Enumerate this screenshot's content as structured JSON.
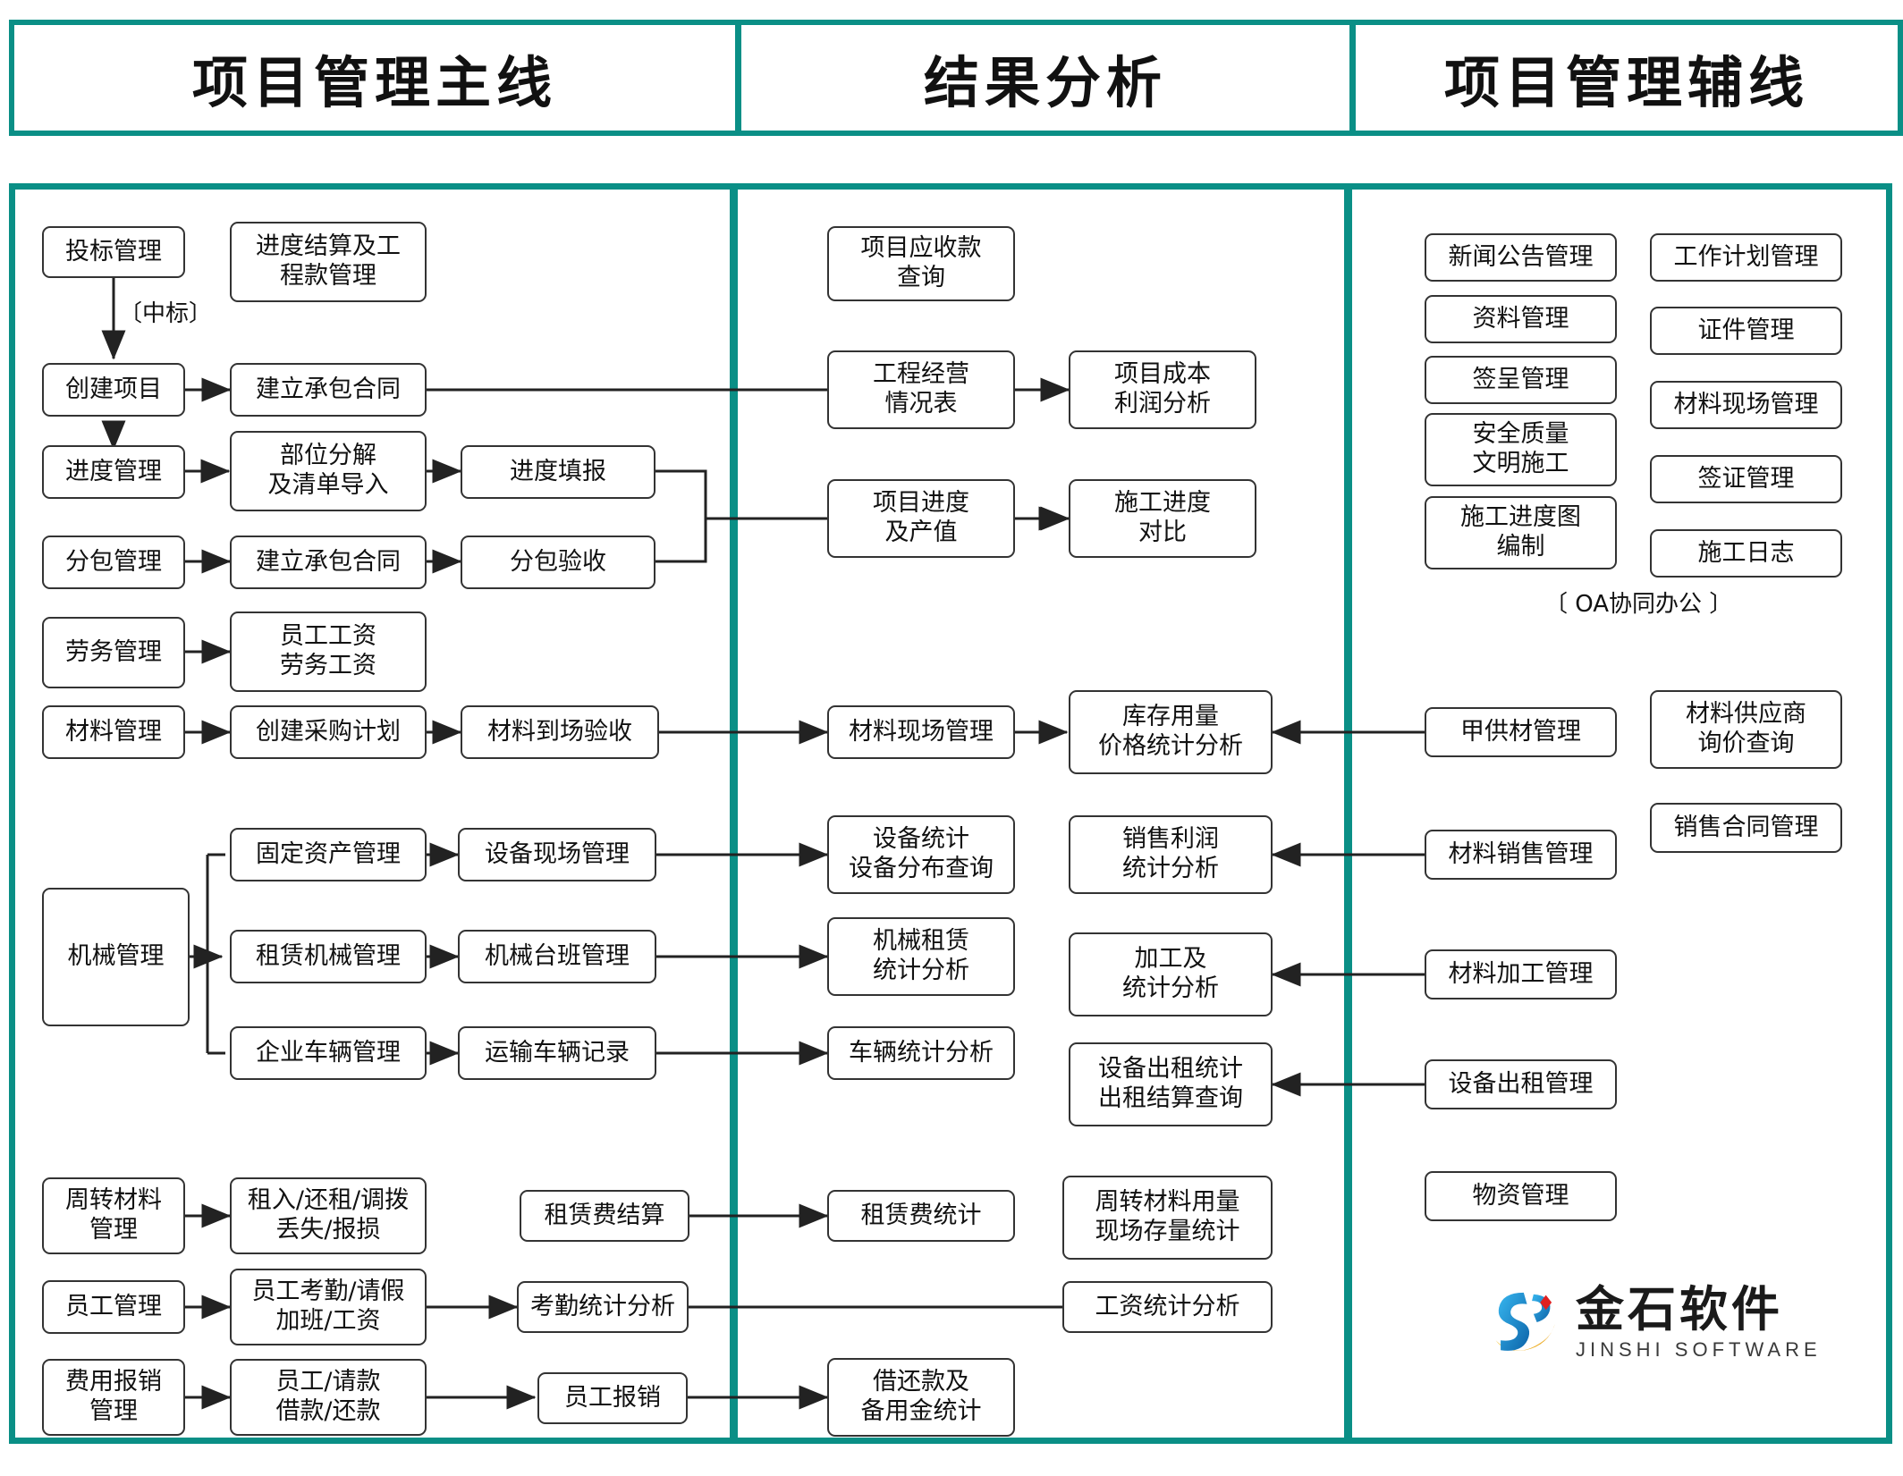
{
  "headers": [
    {
      "id": "main-line",
      "label": "项目管理主线"
    },
    {
      "id": "result-analysis",
      "label": "结果分析"
    },
    {
      "id": "aux-line",
      "label": "项目管理辅线"
    }
  ],
  "colors": {
    "frame": "#0a8f86",
    "node_border": "#333333",
    "text": "#111111"
  },
  "notes": [
    {
      "id": "bid-win",
      "label": "〔中标〕"
    },
    {
      "id": "oa-office",
      "label": "〔 OA协同办公 〕"
    }
  ],
  "main_line": {
    "col1": [
      {
        "id": "bid-management",
        "label": "投标管理"
      },
      {
        "id": "create-project",
        "label": "创建项目"
      },
      {
        "id": "progress-management",
        "label": "进度管理"
      },
      {
        "id": "subcontract-management",
        "label": "分包管理"
      },
      {
        "id": "labor-management",
        "label": "劳务管理"
      },
      {
        "id": "material-management",
        "label": "材料管理"
      },
      {
        "id": "machinery-management",
        "label": "机械管理"
      },
      {
        "id": "turnover-material-management",
        "label": "周转材料\n管理"
      },
      {
        "id": "employee-management",
        "label": "员工管理"
      },
      {
        "id": "expense-reimbursement-management",
        "label": "费用报销\n管理"
      }
    ],
    "col2": [
      {
        "id": "progress-settlement",
        "label": "进度结算及工\n程款管理"
      },
      {
        "id": "establish-contract-1",
        "label": "建立承包合同"
      },
      {
        "id": "part-decomposition",
        "label": "部位分解\n及清单导入"
      },
      {
        "id": "establish-contract-2",
        "label": "建立承包合同"
      },
      {
        "id": "employee-labor-wage",
        "label": "员工工资\n劳务工资"
      },
      {
        "id": "create-purchase-plan",
        "label": "创建采购计划"
      },
      {
        "id": "fixed-asset-management",
        "label": "固定资产管理"
      },
      {
        "id": "leased-machinery-management",
        "label": "租赁机械管理"
      },
      {
        "id": "enterprise-vehicle-management",
        "label": "企业车辆管理"
      },
      {
        "id": "rent-return-transfer",
        "label": "租入/还租/调拨\n丢失/报损"
      },
      {
        "id": "attendance-leave-overtime-wage",
        "label": "员工考勤/请假\n加班/工资"
      },
      {
        "id": "employee-request-loan",
        "label": "员工/请款\n借款/还款"
      }
    ],
    "col3": [
      {
        "id": "progress-filling",
        "label": "进度填报"
      },
      {
        "id": "subcontract-acceptance",
        "label": "分包验收"
      },
      {
        "id": "material-arrival-acceptance",
        "label": "材料到场验收"
      },
      {
        "id": "equipment-site-management",
        "label": "设备现场管理"
      },
      {
        "id": "machinery-shift-management",
        "label": "机械台班管理"
      },
      {
        "id": "transport-vehicle-record",
        "label": "运输车辆记录"
      },
      {
        "id": "rental-fee-settlement",
        "label": "租赁费结算"
      },
      {
        "id": "attendance-statistics-analysis",
        "label": "考勤统计分析"
      },
      {
        "id": "employee-reimbursement",
        "label": "员工报销"
      }
    ]
  },
  "result_analysis": {
    "col1": [
      {
        "id": "project-receivable-query",
        "label": "项目应收款\n查询"
      },
      {
        "id": "project-operation-table",
        "label": "工程经营\n情况表"
      },
      {
        "id": "project-progress-output",
        "label": "项目进度\n及产值"
      },
      {
        "id": "material-site-management-mid",
        "label": "材料现场管理"
      },
      {
        "id": "equipment-statistics-distribution",
        "label": "设备统计\n设备分布查询"
      },
      {
        "id": "machinery-rental-statistics",
        "label": "机械租赁\n统计分析"
      },
      {
        "id": "vehicle-statistics-analysis",
        "label": "车辆统计分析"
      },
      {
        "id": "rental-fee-statistics",
        "label": "租赁费统计"
      },
      {
        "id": "loan-repayment-petty-cash",
        "label": "借还款及\n备用金统计"
      }
    ],
    "col2": [
      {
        "id": "project-cost-profit-analysis",
        "label": "项目成本\n利润分析"
      },
      {
        "id": "construction-progress-comparison",
        "label": "施工进度\n对比"
      },
      {
        "id": "inventory-usage-price-statistics",
        "label": "库存用量\n价格统计分析"
      },
      {
        "id": "sales-profit-statistics",
        "label": "销售利润\n统计分析"
      },
      {
        "id": "processing-statistics-analysis",
        "label": "加工及\n统计分析"
      },
      {
        "id": "equipment-rental-statistics-query",
        "label": "设备出租统计\n出租结算查询"
      },
      {
        "id": "turnover-material-usage-stock",
        "label": "周转材料用量\n现场存量统计"
      },
      {
        "id": "wage-statistics-analysis",
        "label": "工资统计分析"
      }
    ]
  },
  "aux_line": {
    "col1": [
      {
        "id": "news-announcement-management",
        "label": "新闻公告管理"
      },
      {
        "id": "document-management",
        "label": "资料管理"
      },
      {
        "id": "signature-management",
        "label": "签呈管理"
      },
      {
        "id": "safety-quality-civilized-construction",
        "label": "安全质量\n文明施工"
      },
      {
        "id": "construction-schedule-chart",
        "label": "施工进度图\n编制"
      },
      {
        "id": "owner-supplied-material-management",
        "label": "甲供材管理"
      },
      {
        "id": "material-sales-management",
        "label": "材料销售管理"
      },
      {
        "id": "material-processing-management",
        "label": "材料加工管理"
      },
      {
        "id": "equipment-rental-management",
        "label": "设备出租管理"
      },
      {
        "id": "supplies-management",
        "label": "物资管理"
      }
    ],
    "col2": [
      {
        "id": "work-plan-management",
        "label": "工作计划管理"
      },
      {
        "id": "certificate-management",
        "label": "证件管理"
      },
      {
        "id": "material-site-management-aux",
        "label": "材料现场管理"
      },
      {
        "id": "visa-management",
        "label": "签证管理"
      },
      {
        "id": "construction-log",
        "label": "施工日志"
      },
      {
        "id": "material-supplier-inquiry",
        "label": "材料供应商\n询价查询"
      },
      {
        "id": "sales-contract-management",
        "label": "销售合同管理"
      }
    ]
  },
  "logo": {
    "cn": "金石软件",
    "en": "JINSHI SOFTWARE"
  }
}
